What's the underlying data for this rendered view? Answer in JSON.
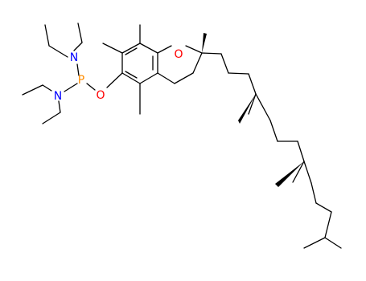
{
  "molecule": {
    "atoms": {
      "oxygen_ring": {
        "symbol": "O",
        "color": "#ff0000"
      },
      "oxygen_phosphite": {
        "symbol": "O",
        "color": "#ff0000"
      },
      "phosphorus": {
        "symbol": "P",
        "color": "#ff8c00"
      },
      "nitrogen_upper": {
        "symbol": "N",
        "color": "#0000ff"
      },
      "nitrogen_lower": {
        "symbol": "N",
        "color": "#0000ff"
      }
    },
    "bond_color": "#000000"
  }
}
